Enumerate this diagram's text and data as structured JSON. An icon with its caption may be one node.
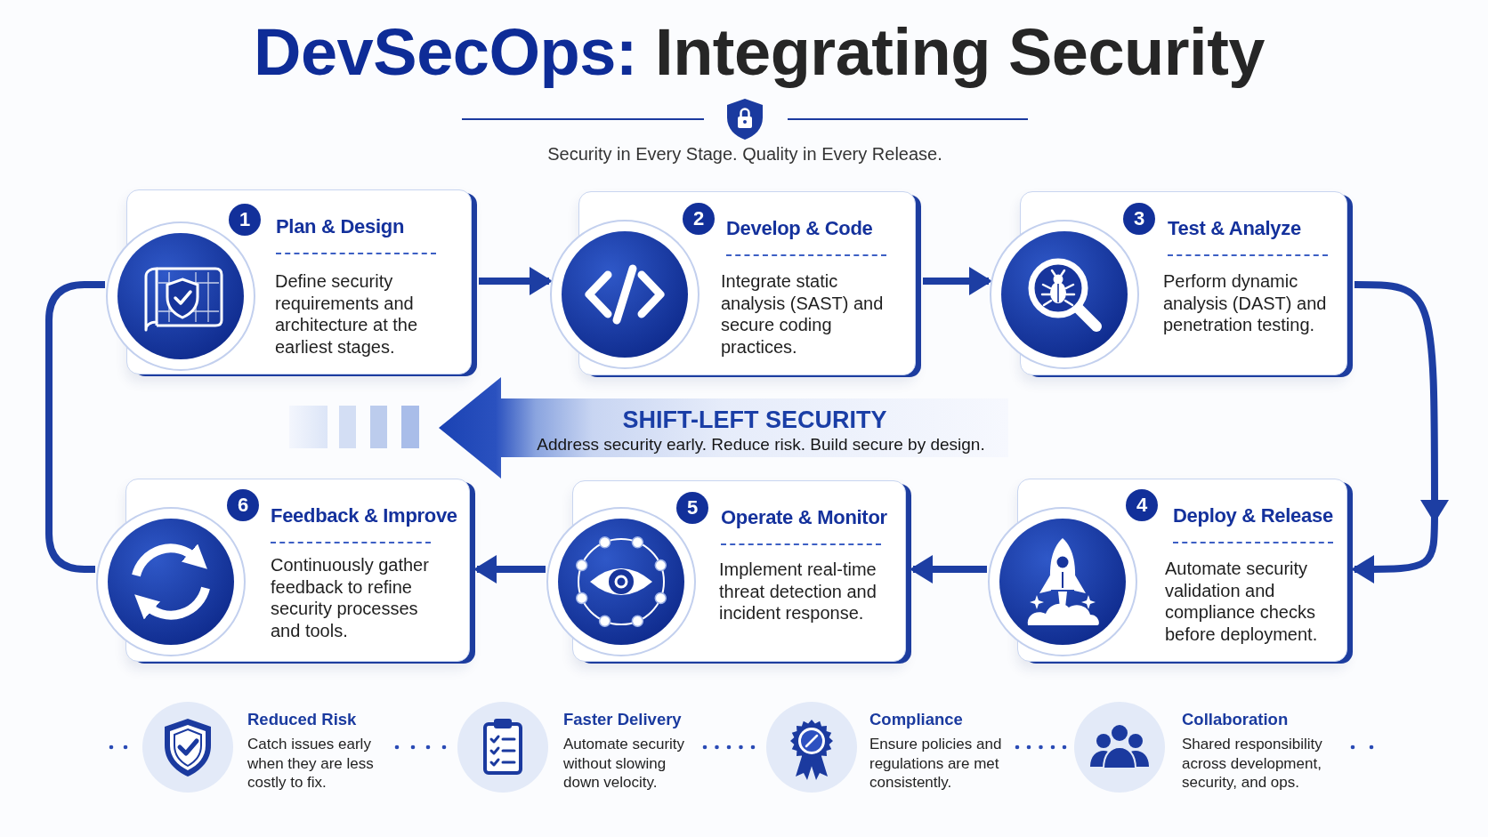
{
  "diagram": {
    "title": "DevSecOps: Integrating Security",
    "nodes": [
      {
        "text": [
          "Plan & Design",
          "Define security requirements and architecture at the earliest stages."
        ]
      },
      {
        "text": [
          "1"
        ],
        "in": 0
      },
      {
        "text": [
          "Develop & Code",
          "Integrate static analysis (SAST) and secure coding practices."
        ]
      },
      {
        "text": [
          "2"
        ],
        "in": 2
      },
      {
        "text": [
          "Test & Analyze",
          "Perform dynamic analysis (DAST) and penetration testing."
        ]
      },
      {
        "text": [
          "3"
        ],
        "in": 4
      },
      {
        "text": [
          "Deploy & Release",
          "Automate security validation and compliance checks before deployment."
        ]
      },
      {
        "text": [
          "4"
        ],
        "in": 6
      },
      {
        "text": [
          "Operate & Monitor",
          "Implement real-time threat detection and incident response."
        ]
      },
      {
        "text": [
          "5"
        ],
        "in": 8
      },
      {
        "text": [
          "Feedback & Improve",
          "Continuously gather feedback to refine security processes and tools."
        ]
      },
      {
        "text": [
          "6"
        ],
        "in": 10
      },
      {
        "text": [
          "SHIFT-LEFT SECURITY",
          "Address security early. Reduce risk. Build secure by design."
        ]
      }
    ],
    "edges": [
      {
        "from": 0,
        "to": 2,
        "arrow": "to"
      },
      {
        "from": 2,
        "to": 4,
        "arrow": "to"
      },
      {
        "from": 4,
        "to": 6,
        "arrow": "to"
      },
      {
        "from": 6,
        "to": 8,
        "arrow": "to"
      },
      {
        "from": 8,
        "to": 10,
        "arrow": "to"
      },
      {
        "from": 10,
        "to": 0,
        "arrow": "none"
      }
    ],
    "labels": [
      "Security in Every Stage. Quality in Every Release.",
      "Reduced Risk",
      "Catch issues early when they are less costly to fix.",
      "Faster Delivery",
      "Automate security without slowing down velocity.",
      "Compliance",
      "Ensure policies and regulations are met consistently.",
      "Collaboration",
      "Shared responsibility across development, security, and ops."
    ]
  }
}
